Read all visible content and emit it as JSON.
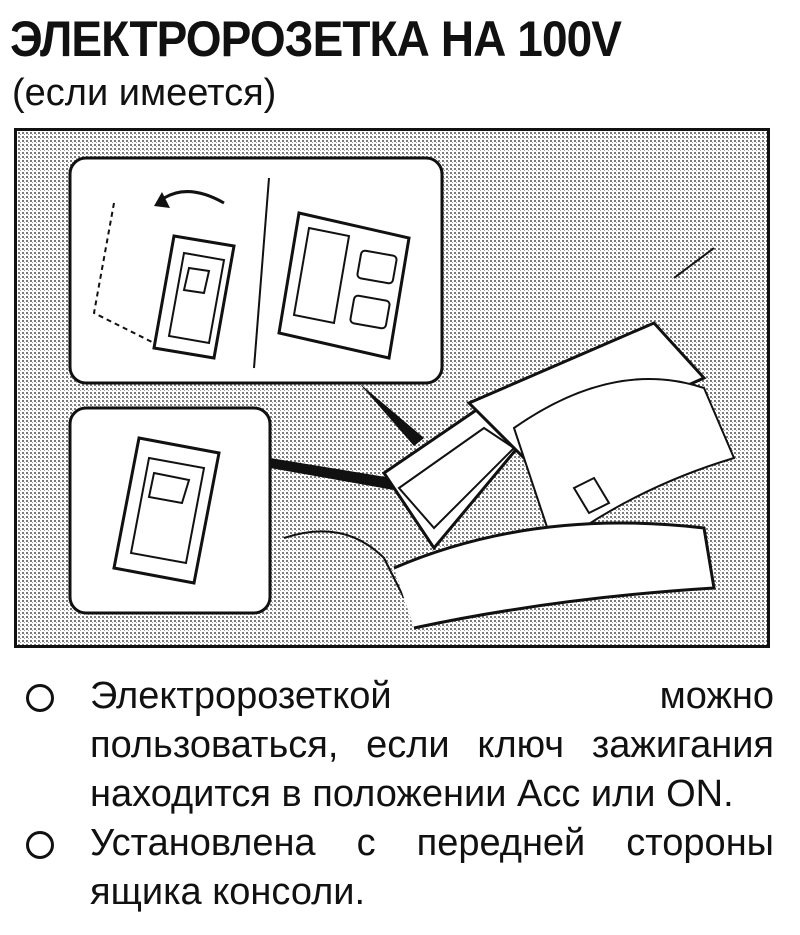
{
  "title": "ЭЛЕКТРОРОЗЕТКА НА 100V",
  "subtitle": "(если имеется)",
  "bullets": [
    {
      "icon": "circle-bullet-icon",
      "text": "Электророзеткой можно пользоваться, если ключ зажигания находится в положении Acc или ON."
    },
    {
      "icon": "circle-bullet-icon",
      "text": "Установлена с передней стороны ящика консоли."
    }
  ],
  "figure": {
    "description_icons": [
      "outlet-cover-icon",
      "open-outlet-icon",
      "center-console-icon"
    ]
  }
}
